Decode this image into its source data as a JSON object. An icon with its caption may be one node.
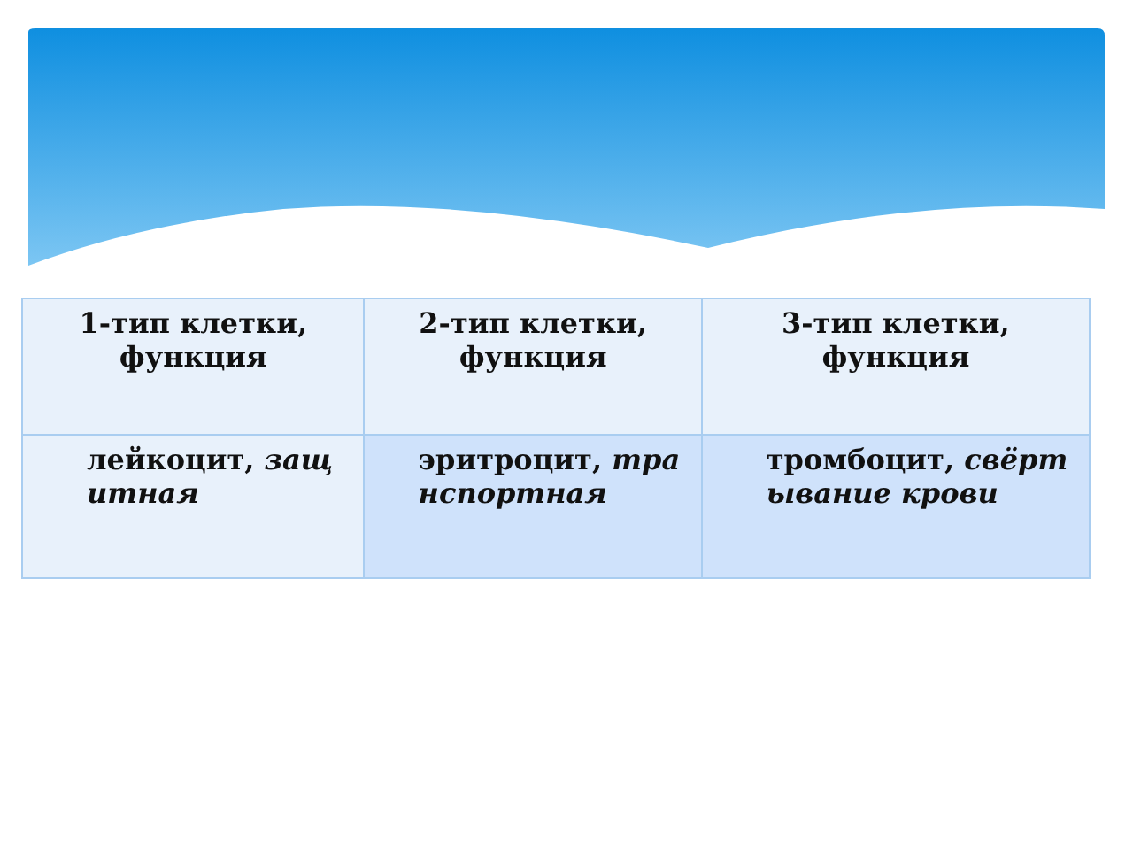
{
  "diagram": {
    "labels": [
      "1-тип клетки, функция",
      "2-тип клетки, функция",
      "3-тип клетки, функция",
      "лейкоцит, *защитная*",
      "эритроцит, *транспортная*",
      "тромбоцит, *свёртывание крови*"
    ]
  }
}
